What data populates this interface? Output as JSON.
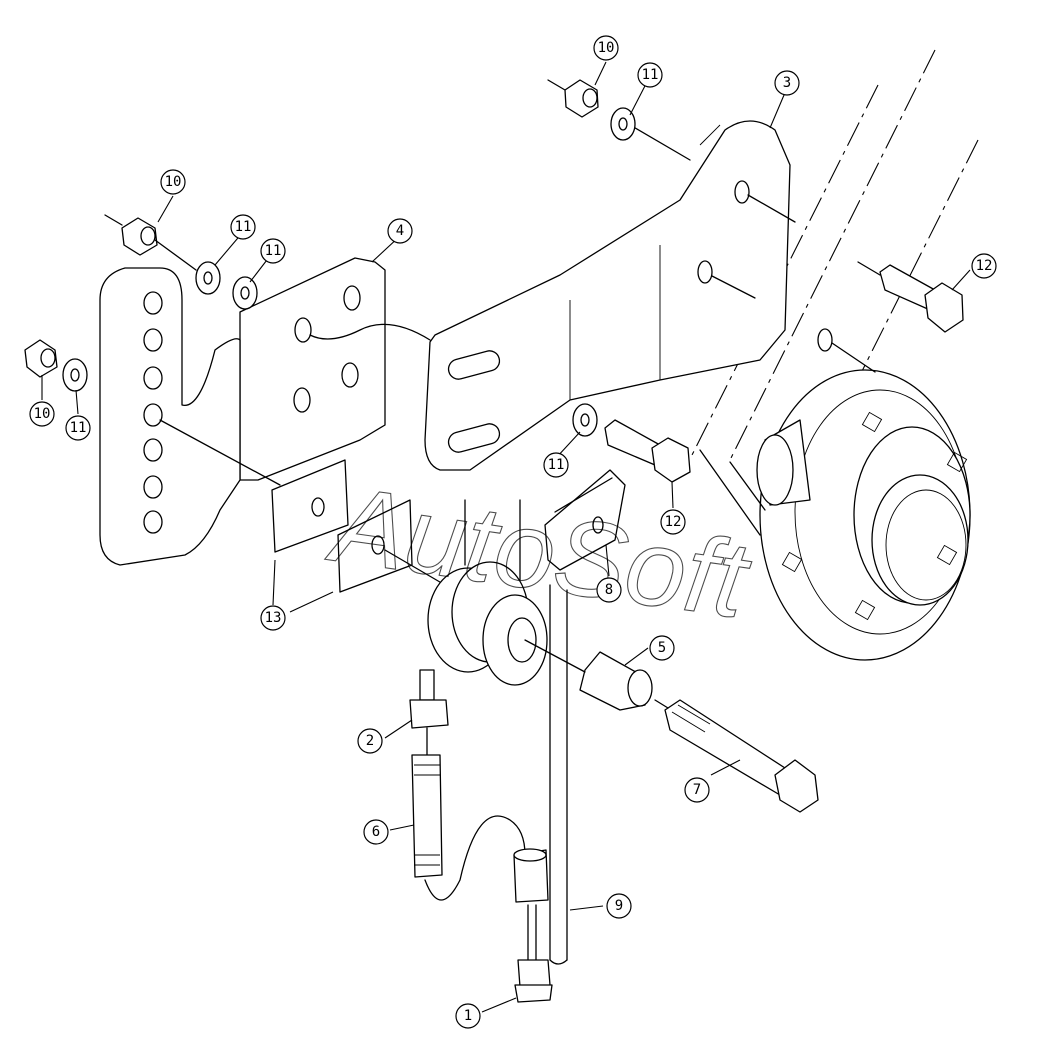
{
  "watermark": "AutoSoft",
  "callouts": [
    {
      "label": "10"
    },
    {
      "label": "11"
    },
    {
      "label": "3"
    },
    {
      "label": "10"
    },
    {
      "label": "11"
    },
    {
      "label": "11"
    },
    {
      "label": "4"
    },
    {
      "label": "12"
    },
    {
      "label": "10"
    },
    {
      "label": "11"
    },
    {
      "label": "11"
    },
    {
      "label": "12"
    },
    {
      "label": "8"
    },
    {
      "label": "13"
    },
    {
      "label": "5"
    },
    {
      "label": "2"
    },
    {
      "label": "7"
    },
    {
      "label": "6"
    },
    {
      "label": "9"
    },
    {
      "label": "1"
    }
  ]
}
